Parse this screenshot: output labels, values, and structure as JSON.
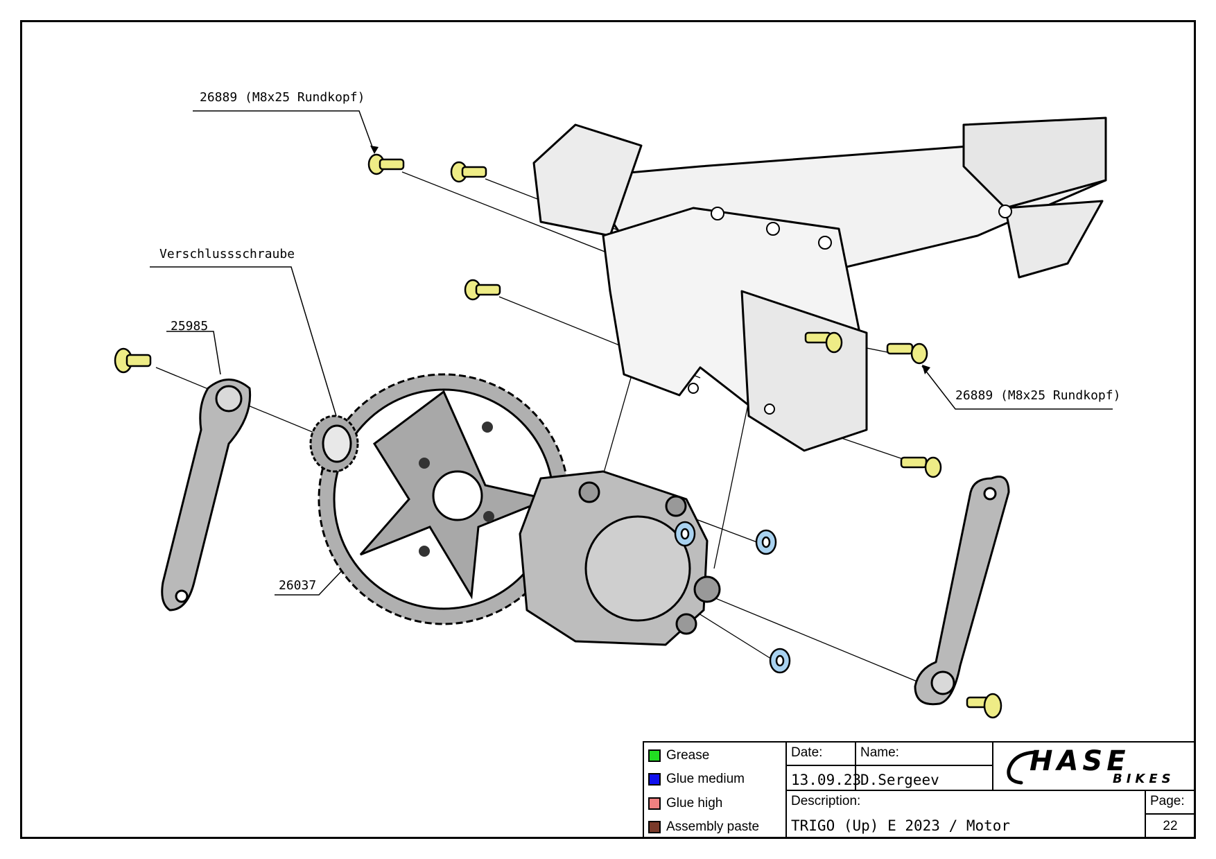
{
  "callouts": {
    "screw_top": "26889 (M8x25 Rundkopf)",
    "screw_right": "26889 (M8x25 Rundkopf)",
    "plug_screw": "Verschlussschraube",
    "crank_bolt": "25985",
    "chainring": "26037"
  },
  "legend": [
    {
      "label": "Grease",
      "color": "#22dd22"
    },
    {
      "label": "Glue medium",
      "color": "#1010ee"
    },
    {
      "label": "Glue high",
      "color": "#f08080"
    },
    {
      "label": "Assembly paste",
      "color": "#7a3a2a"
    }
  ],
  "title_block": {
    "date_label": "Date:",
    "date_value": "13.09.23",
    "name_label": "Name:",
    "name_value": "D.Sergeev",
    "description_label": "Description:",
    "description_value": "TRIGO (Up) E 2023 / Motor",
    "page_label": "Page:",
    "page_value": "22",
    "logo_text": "HASE",
    "logo_subtext": "BIKES"
  },
  "colors": {
    "screw_yellow": "#eeec86",
    "washer_blue": "#a9d2f0",
    "crank_gray": "#b9b9b9",
    "frame_white": "#f2f2f2",
    "chainring_gray": "#a8a8a8"
  }
}
